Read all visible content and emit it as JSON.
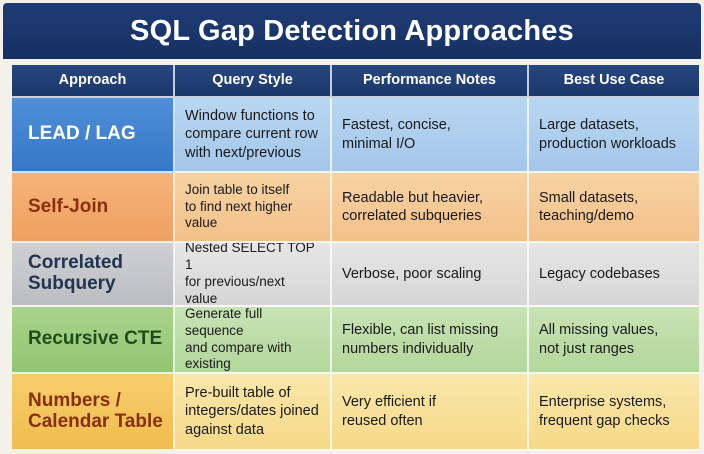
{
  "title": "SQL Gap Detection Approaches",
  "headers": [
    "Approach",
    "Query Style",
    "Performance Notes",
    "Best Use Case"
  ],
  "rows": [
    {
      "approach": [
        "LEAD / LAG"
      ],
      "query_style": [
        "Window functions to",
        "compare current row",
        "with next/previous"
      ],
      "performance": [
        "Fastest, concise,",
        "minimal I/O"
      ],
      "use_case": [
        "Large datasets,",
        "production workloads"
      ]
    },
    {
      "approach": [
        "Self-Join"
      ],
      "query_style": [
        "Join table to itself",
        "to find next higher value"
      ],
      "performance": [
        "Readable but heavier,",
        "correlated subqueries"
      ],
      "use_case": [
        "Small datasets,",
        "teaching/demo"
      ]
    },
    {
      "approach": [
        "Correlated",
        "Subquery"
      ],
      "query_style": [
        "Nested SELECT TOP 1",
        "for previous/next value"
      ],
      "performance": [
        "Verbose, poor scaling"
      ],
      "use_case": [
        "Legacy codebases"
      ]
    },
    {
      "approach": [
        "Recursive CTE"
      ],
      "query_style": [
        "Generate full sequence",
        "and compare with existing"
      ],
      "performance": [
        "Flexible, can list missing",
        "numbers individually"
      ],
      "use_case": [
        "All missing values,",
        "not just ranges"
      ]
    },
    {
      "approach": [
        "Numbers /",
        "Calendar Table"
      ],
      "query_style": [
        "Pre-built table of",
        "integers/dates joined",
        "against data"
      ],
      "performance": [
        "Very efficient if",
        "reused often"
      ],
      "use_case": [
        "Enterprise systems,",
        "frequent gap checks"
      ]
    }
  ]
}
